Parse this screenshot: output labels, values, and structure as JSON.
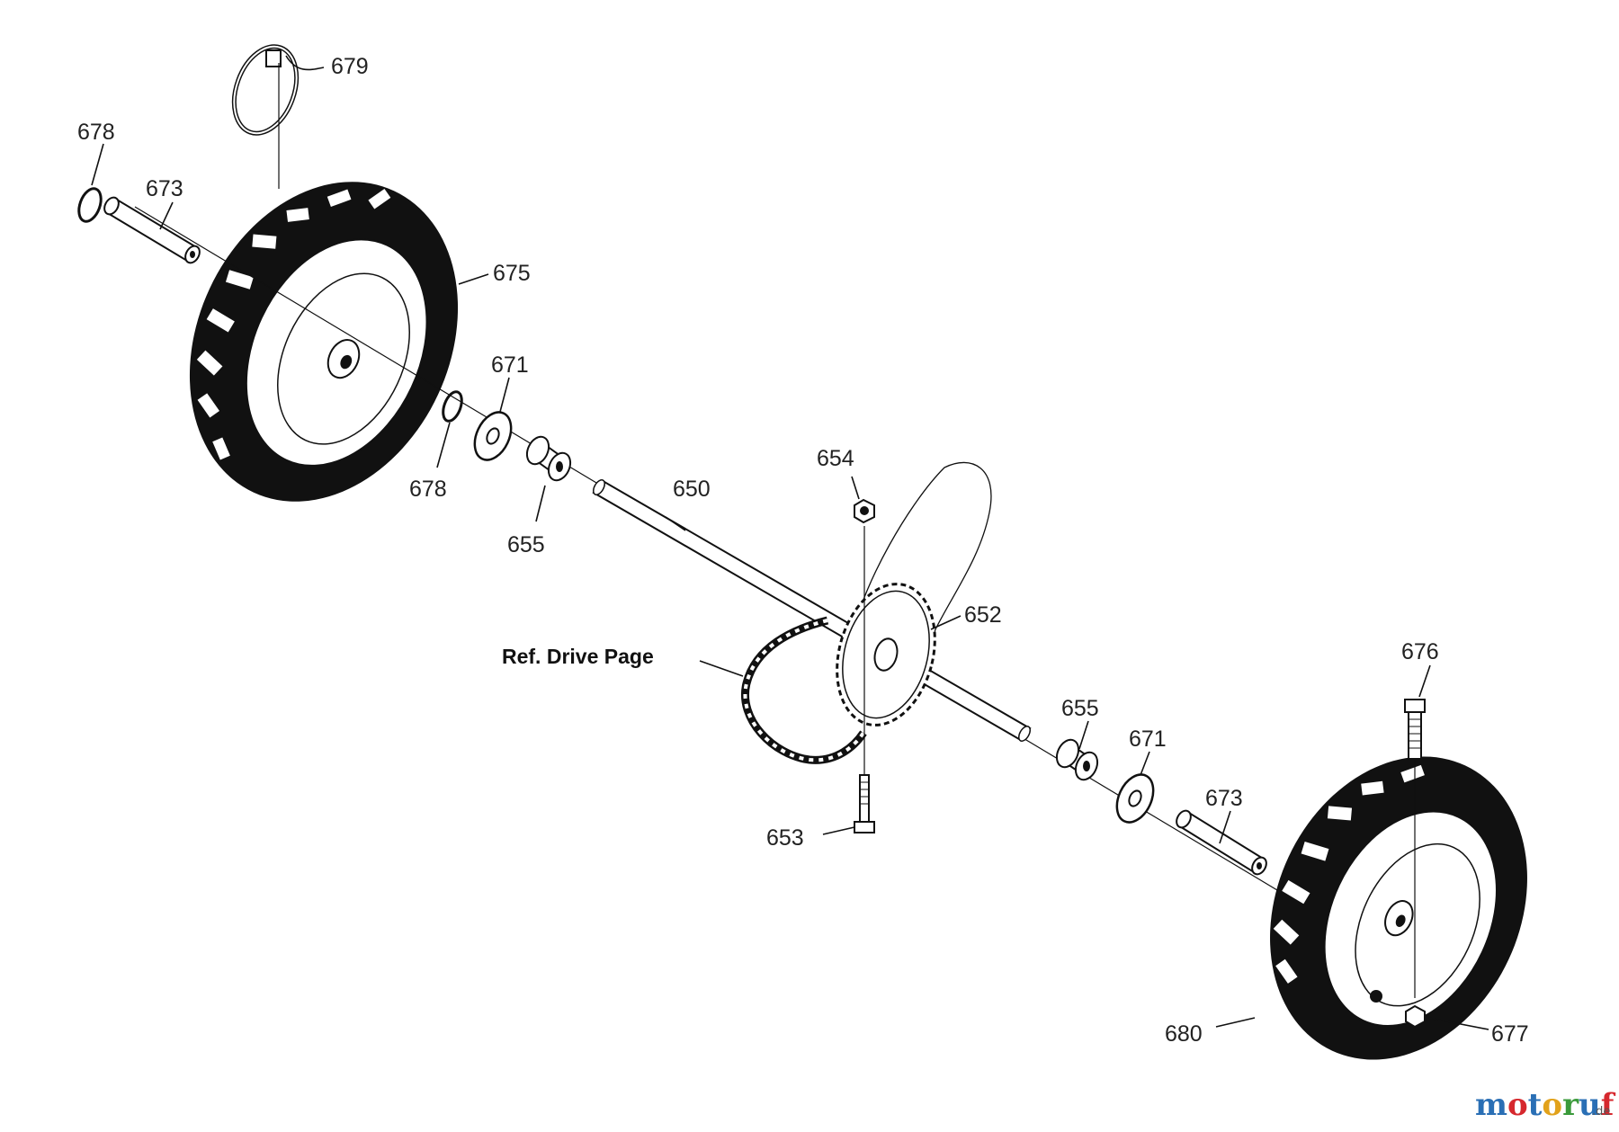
{
  "diagram": {
    "labels": {
      "p679": "679",
      "p678a": "678",
      "p673a": "673",
      "p675": "675",
      "p671a": "671",
      "p678b": "678",
      "p655a": "655",
      "p650": "650",
      "p654": "654",
      "p652": "652",
      "ref_drive": "Ref. Drive Page",
      "p676": "676",
      "p655b": "655",
      "p671b": "671",
      "p673b": "673",
      "p653": "653",
      "p680": "680",
      "p677": "677"
    },
    "watermark": {
      "letters": [
        "m",
        "o",
        "t",
        "o",
        "r",
        "u",
        "f"
      ],
      "suffix": ".de",
      "colors": [
        "#2a6fb5",
        "#d6282e",
        "#2a6fb5",
        "#e2a21b",
        "#3a9a3a",
        "#2a6fb5",
        "#d6282e"
      ]
    }
  }
}
